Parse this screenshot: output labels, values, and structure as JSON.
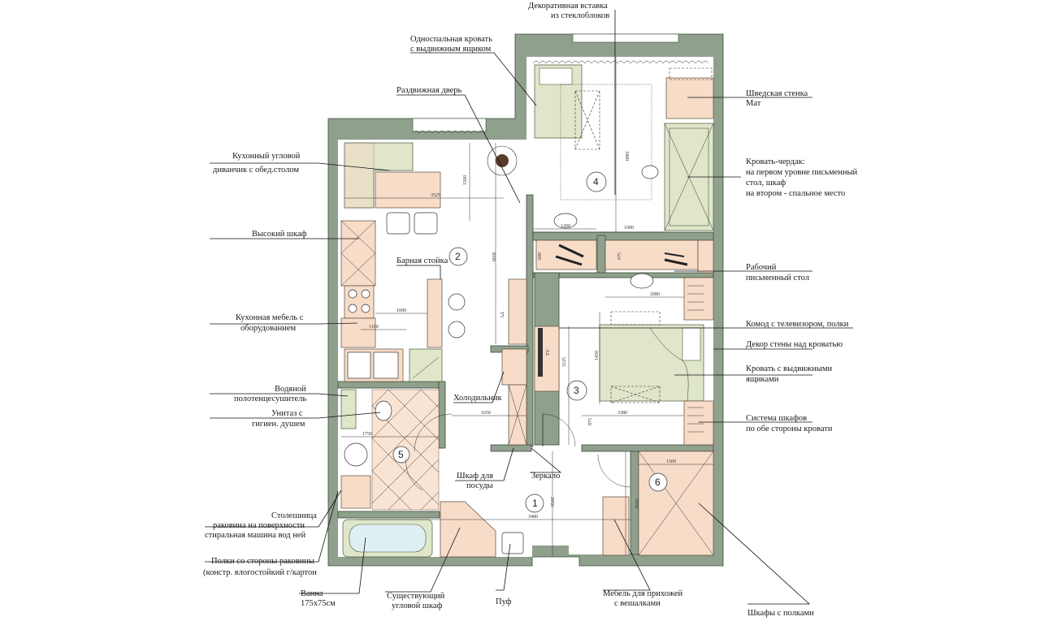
{
  "rooms": [
    "1",
    "2",
    "3",
    "4",
    "5",
    "6"
  ],
  "labels_left": [
    "Односпальная кровать",
    "с выдвижным ящиком",
    "Раздвижная дверь",
    "Кухонный угловой",
    "диванчик с обед.столом",
    "Высокий шкаф",
    "Барная стойка",
    "Кухонная мебель с",
    "оборудованием",
    "Водяной",
    "полотенцесушитель",
    "Унитаз с",
    "гигиен. душем",
    "Столешница",
    "раковина на поверхности",
    "стиральная машина вод ней",
    "Полки со стороны раковины",
    "(констр. влогостойкий г/картон",
    "Ванна",
    "175х75см"
  ],
  "labels_top": [
    "Декоративная вставка",
    "из стеклоблоков"
  ],
  "labels_right": [
    "Шведская стенка",
    "Мат",
    "Кровать-чердак:",
    "на первом уровне письменный",
    "стол, шкаф",
    "на втором - спальное место",
    "Рабочий",
    "письменный стол",
    "Комод с телевизором, полки",
    "Декор стены над кроватью",
    "Кровать с выдвижными",
    "ящиками",
    "Система шкафов",
    "по обе стороны кровати"
  ],
  "labels_bottom": [
    "Холодильник",
    "Шкаф для",
    "посуды",
    "Зеркало",
    "Существующий",
    "угловой шкаф",
    "Пуф",
    "Мебель для прихожей",
    "с вешалками",
    "Шкафы с полками"
  ],
  "dimensions": [
    "1500",
    "3525",
    "3030",
    "1000",
    "1100",
    "3400",
    "1000",
    "1200",
    "600",
    "675",
    "2080",
    "3125",
    "1450",
    "3380",
    "875",
    "1650",
    "1750",
    "3480",
    "2050",
    "1500",
    "2030"
  ],
  "tv_marks": [
    "TV",
    "TV"
  ]
}
